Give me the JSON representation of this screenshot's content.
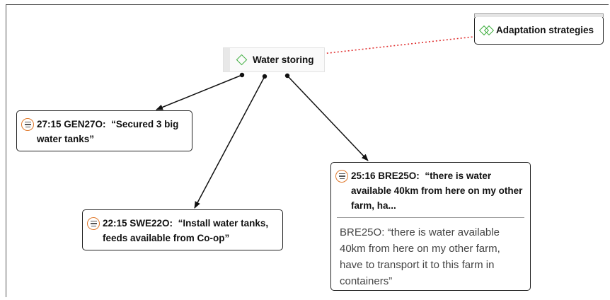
{
  "codes": {
    "water_storing": {
      "label": "Water storing",
      "icon": "code-diamond-icon",
      "color": "#3fae3f"
    },
    "adaptation_strategies": {
      "label": "Adaptation strategies",
      "icon": "code-group-icon",
      "color": "#3fae3f"
    }
  },
  "quotations": [
    {
      "id": "27:15 GEN27O:",
      "text": "“Secured 3 big water tanks”",
      "icon": "quotation-icon"
    },
    {
      "id": "22:15 SWE22O:",
      "text": "“Install water tanks, feeds available from Co-op”",
      "icon": "quotation-icon"
    },
    {
      "id": "25:16 BRE25O:",
      "text": "“there is water available 40km from here on my other farm, ha...",
      "comment": "BRE25O:  “there is water available 40km from here on my other farm, have to transport it to this farm in containers”",
      "icon": "quotation-icon"
    }
  ],
  "colors": {
    "accent_orange": "#e0782a",
    "link_red": "#e03030",
    "code_green": "#3fae3f"
  }
}
